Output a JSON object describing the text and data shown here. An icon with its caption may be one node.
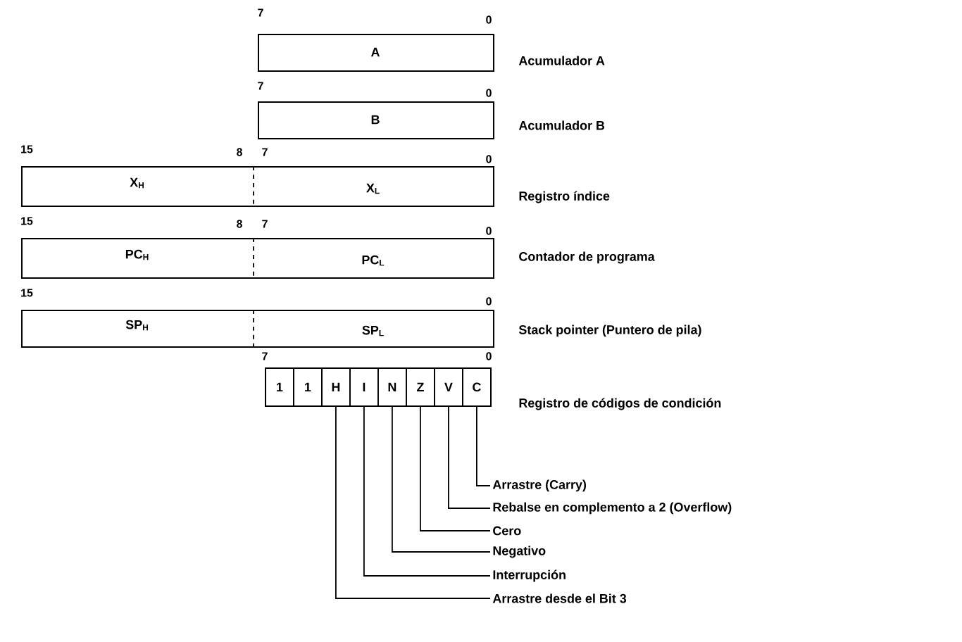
{
  "diagram": {
    "nodes": [
      {
        "text": [
          "A"
        ],
        "beside": [
          "Acumulador A"
        ]
      },
      {
        "text": [
          "B"
        ],
        "beside": [
          "Acumulador B"
        ]
      },
      {
        "text": [
          "X$_{H}$",
          "X$_{L}$"
        ],
        "beside": [
          "Registro índice"
        ]
      },
      {
        "text": [
          "PC$_{H}$",
          "PC$_{L}$"
        ],
        "beside": [
          "Contador de programa"
        ]
      },
      {
        "text": [
          "SP$_{H}$",
          "SP$_{L}$"
        ],
        "beside": [
          "Stack pointer (Puntero de pila)"
        ]
      },
      {
        "text": [],
        "shape": "box",
        "beside": [
          "Registro de códigos de condición"
        ]
      },
      {
        "text": [
          "1"
        ],
        "in": 5
      },
      {
        "text": [
          "1"
        ],
        "in": 5
      },
      {
        "text": [
          "H"
        ],
        "in": 5
      },
      {
        "text": [
          "I"
        ],
        "in": 5
      },
      {
        "text": [
          "N"
        ],
        "in": 5
      },
      {
        "text": [
          "Z"
        ],
        "in": 5
      },
      {
        "text": [
          "V"
        ],
        "in": 5
      },
      {
        "text": [
          "C"
        ],
        "in": 5
      },
      {
        "text": [
          "Arrastre (Carry)"
        ]
      },
      {
        "text": [
          "Rebalse en complemento a 2 (Overflow)"
        ]
      },
      {
        "text": [
          "Cero"
        ]
      },
      {
        "text": [
          "Negativo"
        ]
      },
      {
        "text": [
          "Interrupción"
        ]
      },
      {
        "text": [
          "Arrastre desde el Bit 3"
        ]
      }
    ],
    "edges": [
      {
        "from": 14,
        "to": 13,
        "arrow": "none"
      },
      {
        "from": 15,
        "to": 12,
        "arrow": "none"
      },
      {
        "from": 16,
        "to": 11,
        "arrow": "none"
      },
      {
        "from": 17,
        "to": 10,
        "arrow": "none"
      },
      {
        "from": 18,
        "to": 9,
        "arrow": "none"
      },
      {
        "from": 19,
        "to": 8,
        "arrow": "none"
      }
    ],
    "labels": [
      "7",
      "0",
      "7",
      "0",
      "15",
      "8",
      "7",
      "0",
      "15",
      "8",
      "7",
      "0",
      "15",
      "0",
      "7",
      "0"
    ]
  }
}
